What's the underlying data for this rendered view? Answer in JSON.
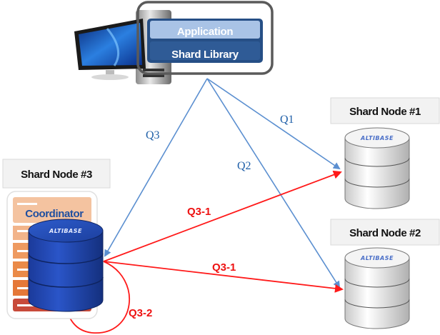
{
  "client": {
    "application_label": "Application",
    "library_label": "Shard Library",
    "computer_icon": "desktop-computer-icon"
  },
  "nodes": [
    {
      "id": "node1",
      "label": "Shard Node #1",
      "db_logo": "ALTIBASE",
      "db_color": "#e8e8e8"
    },
    {
      "id": "node2",
      "label": "Shard Node #2",
      "db_logo": "ALTIBASE",
      "db_color": "#e8e8e8"
    },
    {
      "id": "node3",
      "label": "Shard Node #3",
      "db_logo": "ALTIBASE",
      "db_color": "#1d3fa8",
      "role_label": "Coordinator"
    }
  ],
  "queries": [
    {
      "label": "Q1",
      "from": "client",
      "to": "node1",
      "color": "#5b8fd0"
    },
    {
      "label": "Q2",
      "from": "client",
      "to": "node2",
      "color": "#5b8fd0"
    },
    {
      "label": "Q3",
      "from": "client",
      "to": "node3",
      "color": "#5b8fd0"
    },
    {
      "label": "Q3-1",
      "from": "node3",
      "to": "node1",
      "color": "#ff1a1a"
    },
    {
      "label": "Q3-1",
      "from": "node3",
      "to": "node2",
      "color": "#ff1a1a"
    },
    {
      "label": "Q3-2",
      "from": "node3",
      "to": "node3",
      "color": "#ff1a1a"
    }
  ],
  "colors": {
    "query_blue": "#5b8fd0",
    "query_red": "#ff1a1a",
    "label_blue": "#1f5fa8",
    "app_box": "#a9c3e6",
    "lib_box": "#2f5b96"
  }
}
